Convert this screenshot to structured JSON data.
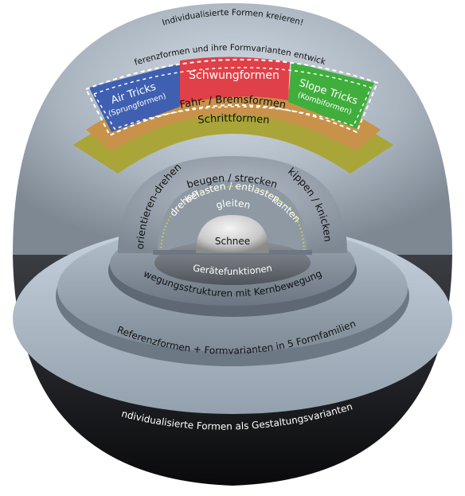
{
  "top_labels": {
    "outer": "Individualisierte Formen kreieren!",
    "middle": "Referenzformen und ihre Formvarianten entwickeln"
  },
  "form_families": {
    "air_tricks": [
      "Air Tricks",
      "(Sprungformen)"
    ],
    "schwungformen": "Schwungformen",
    "slope_tricks": [
      "Slope Tricks",
      "(Kombiformen)"
    ],
    "fahr_bremsformen": "Fahr- / Bremsformen",
    "schrittformen": "Schrittformen"
  },
  "core_movements": {
    "orientieren_drehen": "orientieren-drehen",
    "beugen_strecken": "beugen / strecken",
    "kippen_knicken": "kippen / knicken",
    "drehen": "drehen",
    "belasten_entlasten": "belasten / entlasten",
    "kanten": "kanten",
    "gleiten": "gleiten",
    "schnee": "Schnee"
  },
  "bottom_labels": {
    "geraetefunktionen": "Gerätefunktionen",
    "bewegungsstrukturen": "Bewegungsstrukturen mit Kernbewegungen",
    "referenzformen": "Referenzformen + Formvarianten in 5 Formfamilien",
    "individualisierte": "Individualisierte Formen als Gestaltungsvarianten"
  },
  "colors": {
    "air_tricks": "#3f5fb0",
    "schwungformen": "#e04048",
    "slope_tricks": "#3fae3c",
    "schrittformen": "#c8924a",
    "olive": "#a9a538",
    "kanten_dots": "#d8d040"
  }
}
